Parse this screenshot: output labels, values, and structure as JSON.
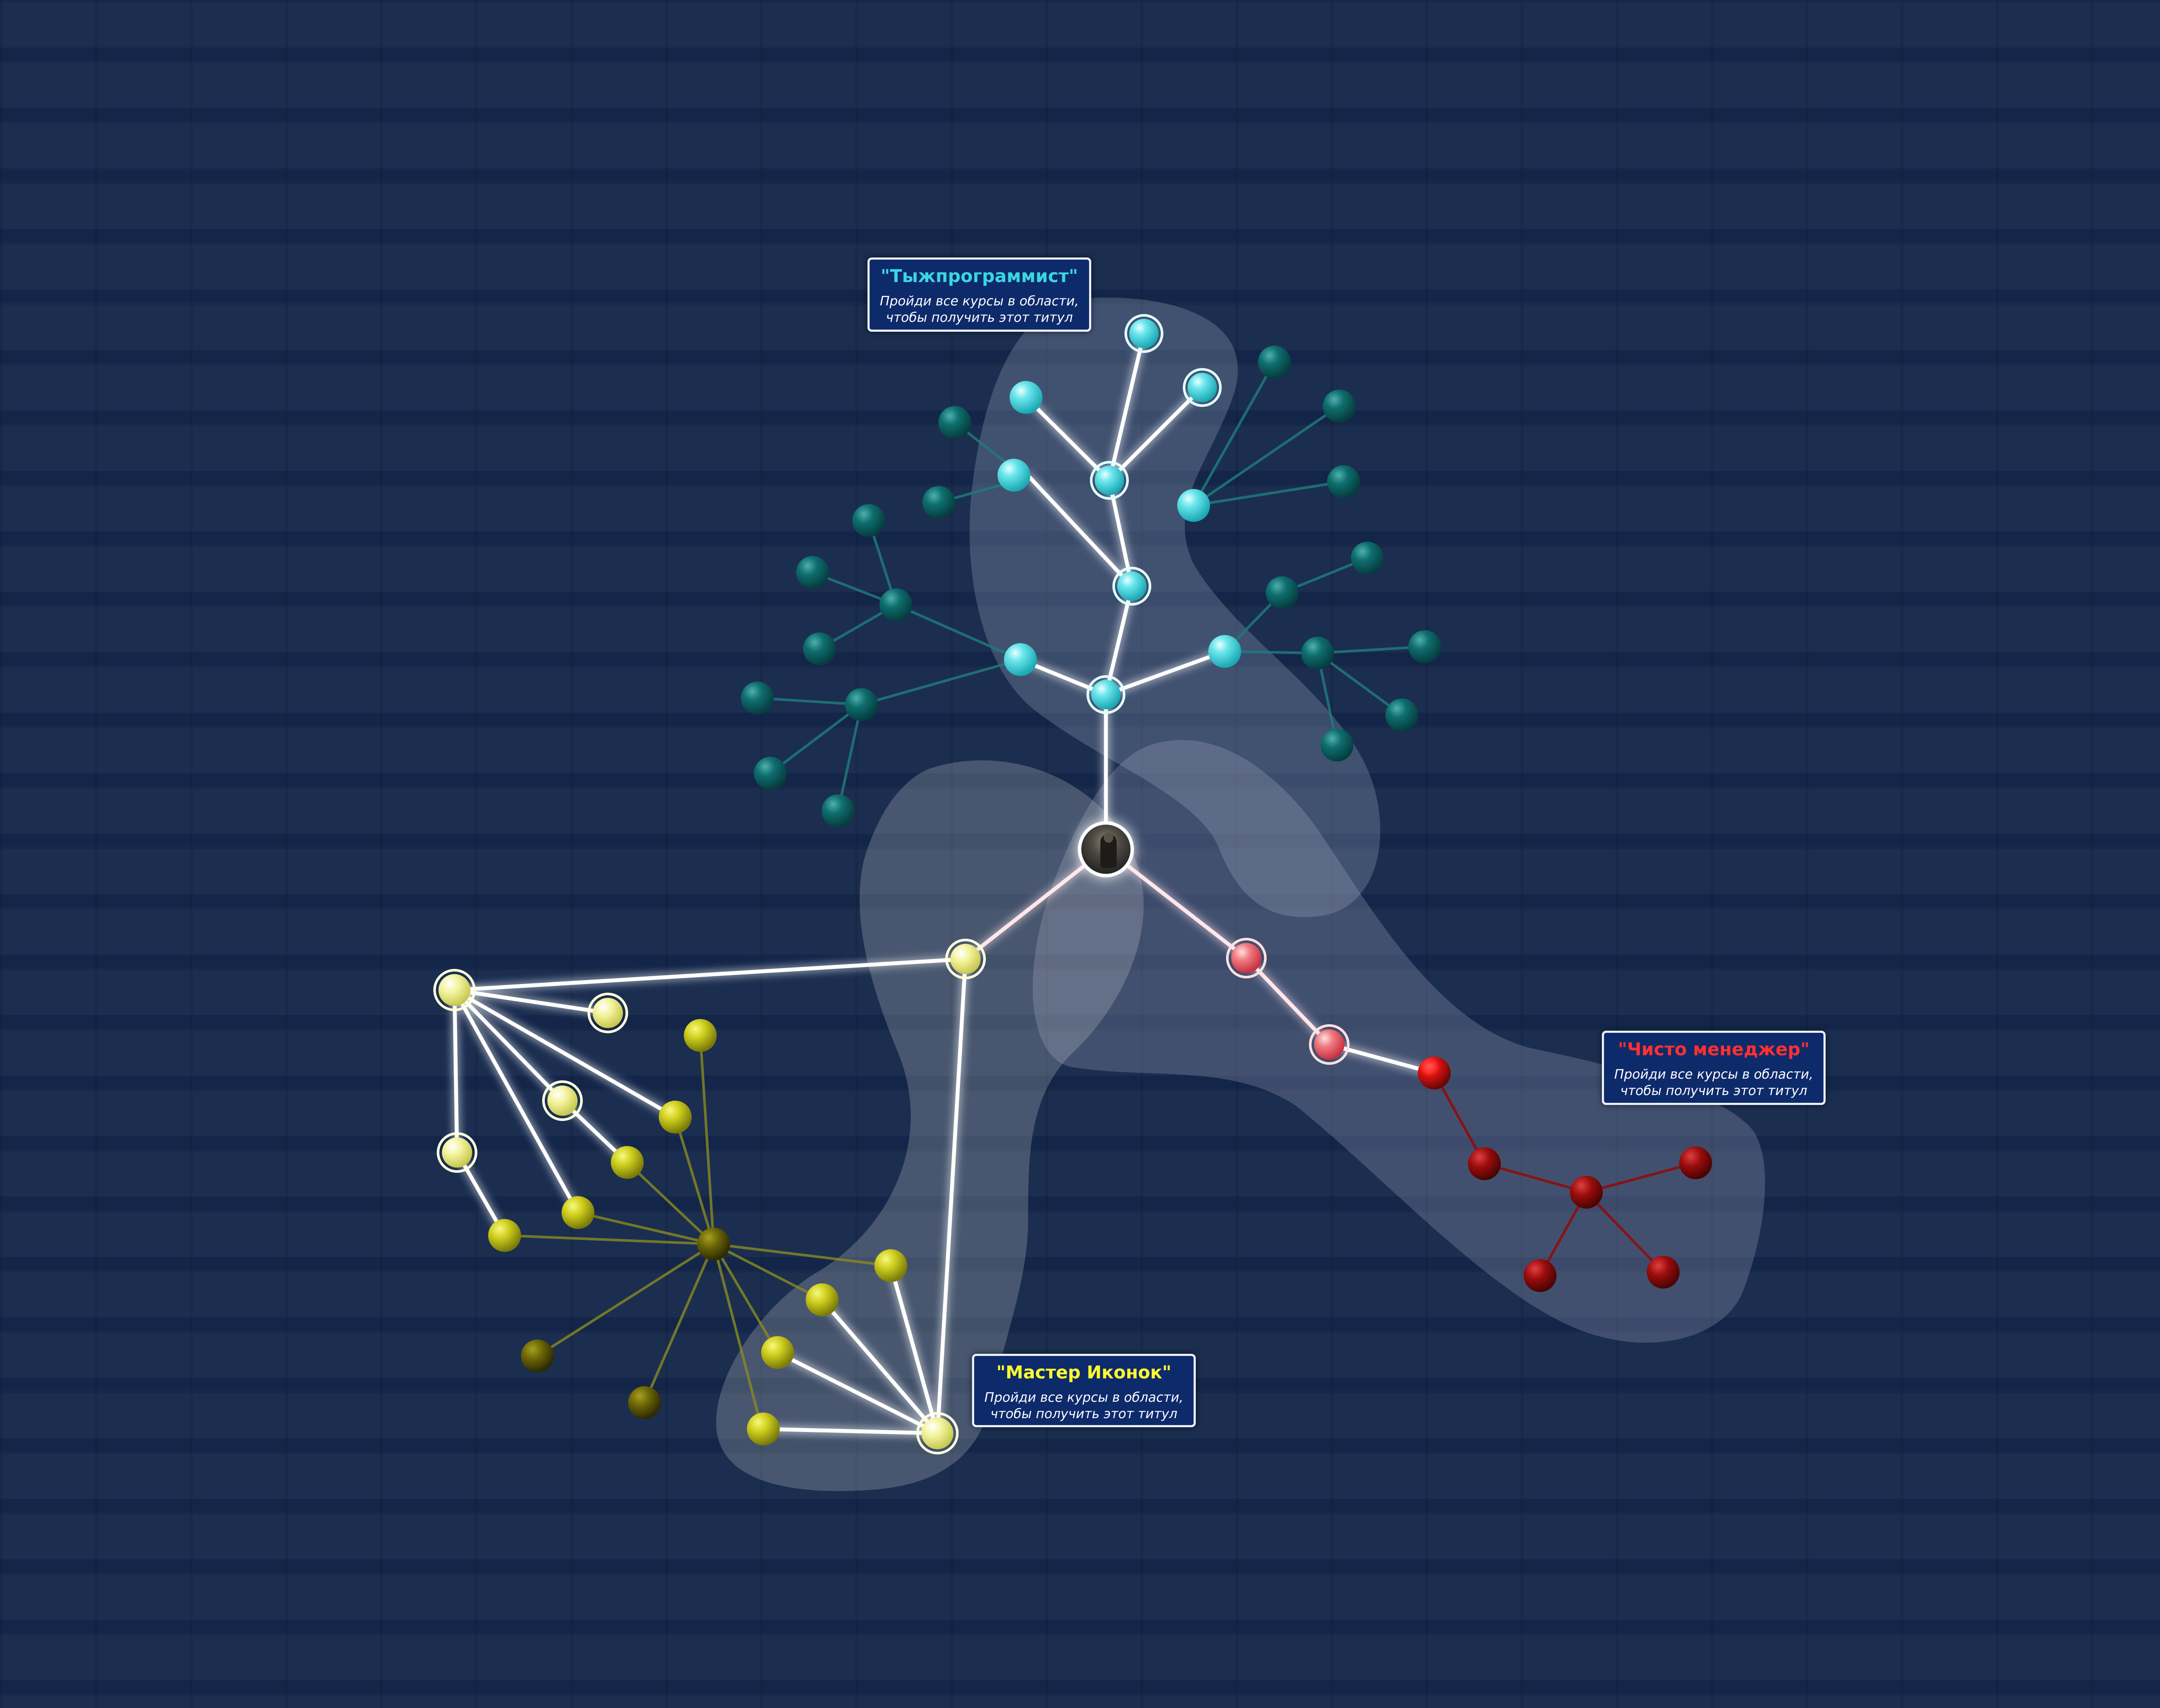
{
  "player": {
    "avatar": "player-avatar"
  },
  "titles": {
    "programmer": {
      "name": "\"Тыжпрограммист\"",
      "desc": "Пройди все курсы в области,\nчтобы получить этот титул",
      "color": "#3ad6e0"
    },
    "manager": {
      "name": "\"Чисто менеджер\"",
      "desc": "Пройди все курсы в области,\nчтобы получить этот титул",
      "color": "#ff3030"
    },
    "icons": {
      "name": "\"Мастер Иконок\"",
      "desc": "Пройди все курсы в области,\nчтобы получить этот титул",
      "color": "#ffff30"
    }
  },
  "colors": {
    "background": "#13264a",
    "teal_active": "#3ad6e0",
    "teal_locked": "#0b6a6a",
    "red_active": "#f07a80",
    "red_locked": "#a01010",
    "yellow_active": "#f0f090",
    "yellow_locked": "#c8c820",
    "link_active": "#ffffff"
  }
}
